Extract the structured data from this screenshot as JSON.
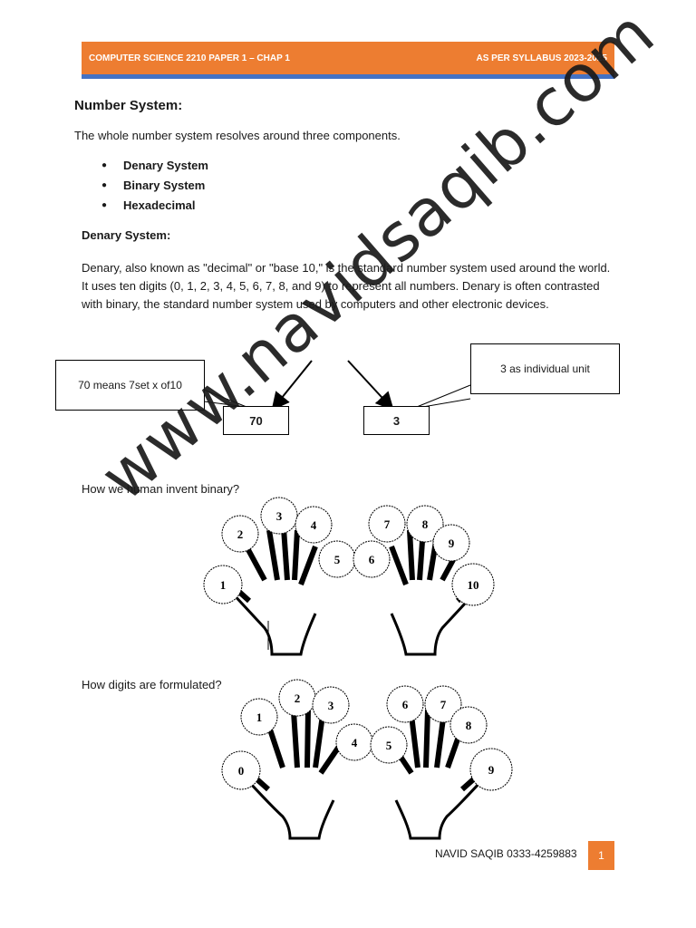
{
  "header": {
    "left": "COMPUTER SCIENCE 2210 PAPER 1 – CHAP 1",
    "right": "AS PER SYLLABUS 2023-2025",
    "colors": {
      "bar": "#ED7D31",
      "rule": "#4472C4"
    }
  },
  "section_title": "Number System:",
  "intro": "The whole number system resolves around three components.",
  "components": [
    "Denary System",
    "Binary System",
    "Hexadecimal"
  ],
  "denary": {
    "title": "Denary System:",
    "body": "Denary, also known as \"decimal\" or \"base 10,\" is the standard number system used around the world. It uses ten digits (0, 1, 2, 3, 4, 5, 6, 7, 8, and 9) to represent all numbers. Denary is often contrasted with binary, the standard number system used by computers and other electronic devices."
  },
  "diagram": {
    "left_callout": "70 means 7set x of10",
    "right_callout": "3 as individual unit",
    "left_value": "70",
    "right_value": "3"
  },
  "figure1": {
    "caption": "How we human invent binary?",
    "left_fingers": [
      "1",
      "2",
      "3",
      "4",
      "5"
    ],
    "right_fingers": [
      "6",
      "7",
      "8",
      "9",
      "10"
    ]
  },
  "figure2": {
    "caption": "How digits are formulated?",
    "left_fingers": [
      "0",
      "1",
      "2",
      "3",
      "4"
    ],
    "right_fingers": [
      "5",
      "6",
      "7",
      "8",
      "9"
    ]
  },
  "footer": {
    "author": "NAVID SAQIB 0333-4259883",
    "page": "1"
  },
  "watermark": "www.navidsaqib.com"
}
